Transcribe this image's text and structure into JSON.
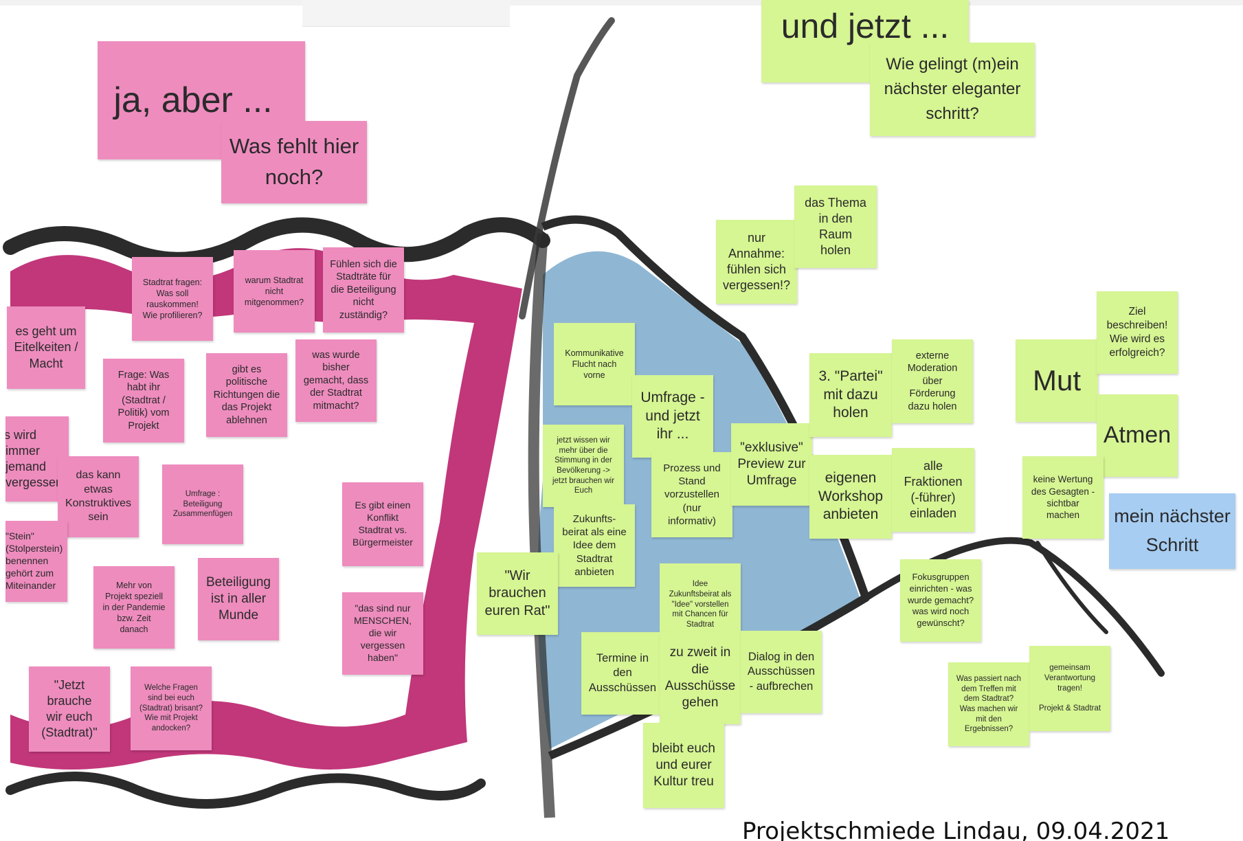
{
  "colors": {
    "pink_note": "#ee8cbe",
    "green_note": "#d6f593",
    "blue_note": "#a7cdf2",
    "magenta_stroke": "#c1377a",
    "black_stroke": "#2b2b2b",
    "blue_wash": "#6a9fc6"
  },
  "left_section": {
    "title": "ja, aber ...",
    "subtitle": "Was fehlt hier\nnoch?",
    "notes": [
      "Stadtrat fragen:\nWas soll\nrauskommen!\nWie profilieren?",
      "warum Stadtrat\nnicht\nmitgenommen?",
      "Fühlen sich die\nStadträte für\ndie Beteiligung\nnicht\nzuständig?",
      "es geht um\nEitelkeiten /\nMacht",
      "Frage: Was\nhabt ihr\n(Stadtrat /\nPolitik) vom\nProjekt",
      "gibt es\npolitische\nRichtungen die\ndas Projekt\nablehnen",
      "was wurde\nbisher\ngemacht, dass\nder Stadtrat\nmitmacht?",
      "es wird\nimmer\njemand\nvergessen!",
      "das kann\netwas\nKonstruktives\nsein",
      "Umfrage :\nBeteiligung\nZusammenfügen",
      "Es gibt einen\nKonflikt\nStadtrat vs.\nBürgermeister",
      "\"Stein\"\n(Stolperstein)\nbenennen\ngehört zum\nMiteinander",
      "Mehr von\nProjekt speziell\nin der Pandemie\nbzw. Zeit\ndanach",
      "Beteiligung\nist in aller\nMunde",
      "\"das sind nur\nMENSCHEN,\ndie wir\nvergessen\nhaben\"",
      "\"Jetzt\nbrauche\nwir euch\n(Stadtrat)\"",
      "Welche Fragen\nsind bei euch\n(Stadtrat) brisant?\nWie mit Projekt\nandocken?"
    ]
  },
  "right_section": {
    "title": "und jetzt ...",
    "subtitle": "Wie gelingt (m)ein\nnächster eleganter\nschritt?",
    "notes": [
      "nur\nAnnahme:\nfühlen sich\nvergessen!?",
      "das Thema\nin den\nRaum\nholen",
      "Kommunikative\nFlucht nach\nvorne",
      "Umfrage -\nund jetzt\nihr ...",
      "jetzt wissen wir\nmehr über die\nStimmung in der\nBevölkerung ->\njetzt brauchen wir\nEuch",
      "Prozess und\nStand\nvorzustellen\n(nur\ninformativ)",
      "\"exklusive\"\nPreview zur\nUmfrage",
      "3. \"Partei\"\nmit dazu\nholen",
      "externe\nModeration\nüber\nFörderung\ndazu holen",
      "eigenen\nWorkshop\nanbieten",
      "alle\nFraktionen\n(-führer)\neinladen",
      "Zukunfts-\nbeirat als eine\nIdee dem\nStadtrat\nanbieten",
      "\"Wir\nbrauchen\neuren Rat\"",
      "Idee\nZukunftsbeirat als\n\"Idee\" vorstellen\nmit Chancen für\nStadtrat",
      "Termine in\nden\nAusschüssen",
      "zu zweit in\ndie\nAusschüsse\ngehen",
      "Dialog in den\nAusschüssen\n- aufbrechen",
      "bleibt euch\nund eurer\nKultur treu",
      "Fokusgruppen\neinrichten - was\nwurde gemacht?\nwas wird noch\ngewünscht?",
      "Mut",
      "Ziel\nbeschreiben!\nWie wird es\nerfolgreich?",
      "Atmen",
      "keine Wertung\ndes Gesagten -\nsichtbar\nmachen",
      "Was passiert nach\ndem Treffen mit\ndem Stadtrat?\nWas machen wir\nmit den\nErgebnissen?",
      "gemeinsam\nVerantwortung\ntragen!\n\nProjekt & Stadtrat"
    ],
    "next_step": "mein nächster\nSchritt"
  },
  "footer": "Projektschmiede Lindau, 09.04.2021"
}
